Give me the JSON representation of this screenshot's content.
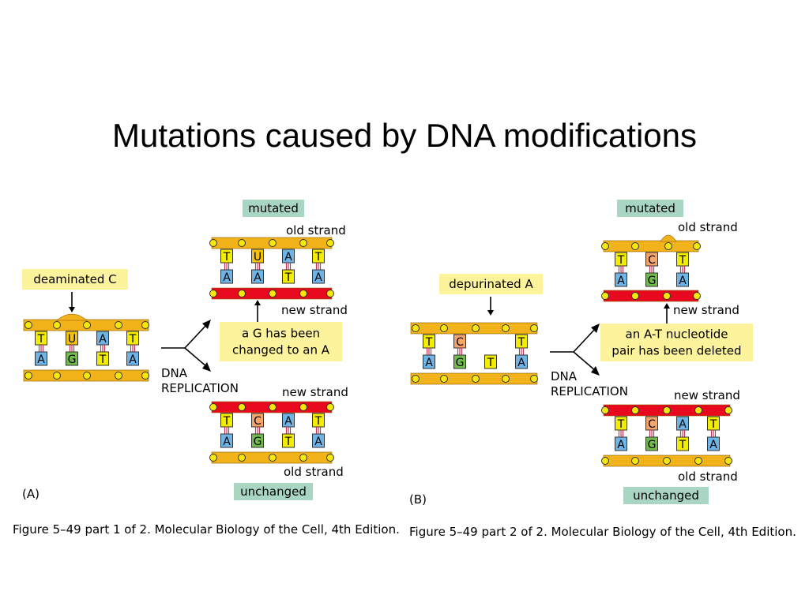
{
  "slide": {
    "title": "Mutations caused by DNA modifications"
  },
  "colors": {
    "old_strand": "#f2b21a",
    "new_strand": "#e8091e",
    "label_yellow": "#fcf39c",
    "label_green": "#a9d5c3",
    "G": "#72bb4c",
    "A": "#6fb4e6",
    "T": "#f3ee00",
    "C": "#f7a46a",
    "U": "#f3c10b",
    "rung": "#c0395a",
    "node": "#f5e70f"
  },
  "panel_a": {
    "letter": "(A)",
    "callout": "deaminated C",
    "dna_label": "DNA",
    "replication_label": "REPLICATION",
    "top_tag": "mutated",
    "old_strand_top": "old strand",
    "new_strand_top": "new strand",
    "note_line1": "a G has been",
    "note_line2": "changed to an A",
    "new_strand_bottom": "new strand",
    "old_strand_bottom": "old strand",
    "bottom_tag": "unchanged",
    "original": {
      "top": [
        "T",
        "U",
        "A",
        "T"
      ],
      "bottom": [
        "A",
        "G",
        "T",
        "A"
      ]
    },
    "mutated": {
      "top": [
        "T",
        "U",
        "A",
        "T"
      ],
      "bottom": [
        "A",
        "A",
        "T",
        "A"
      ]
    },
    "unchanged": {
      "top": [
        "T",
        "C",
        "A",
        "T"
      ],
      "bottom": [
        "A",
        "G",
        "T",
        "A"
      ]
    },
    "caption": "Figure 5–49 part 1 of 2. Molecular Biology of the Cell, 4th Edition."
  },
  "panel_b": {
    "letter": "(B)",
    "callout": "depurinated A",
    "dna_label": "DNA",
    "replication_label": "REPLICATION",
    "top_tag": "mutated",
    "old_strand_top": "old strand",
    "new_strand_top": "new strand",
    "note_line1": "an A-T nucleotide",
    "note_line2": "pair has been deleted",
    "new_strand_bottom": "new strand",
    "old_strand_bottom": "old strand",
    "bottom_tag": "unchanged",
    "original": {
      "top": [
        "T",
        "C",
        "T"
      ],
      "bottom": [
        "A",
        "G",
        "T",
        "A"
      ]
    },
    "mutated": {
      "top": [
        "T",
        "C",
        "T"
      ],
      "bottom": [
        "A",
        "G",
        "A"
      ]
    },
    "unchanged": {
      "top": [
        "T",
        "C",
        "A",
        "T"
      ],
      "bottom": [
        "A",
        "G",
        "T",
        "A"
      ]
    },
    "caption": "Figure 5–49 part 2 of 2. Molecular Biology of the Cell, 4th Edition."
  }
}
